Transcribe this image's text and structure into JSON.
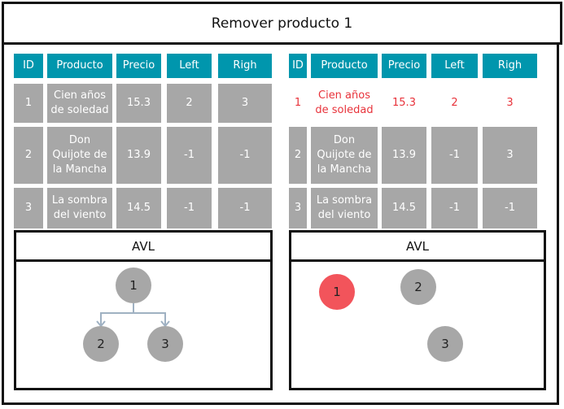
{
  "title": "Remover producto 1",
  "headers": [
    "ID",
    "Producto",
    "Precio",
    "Left",
    "Righ"
  ],
  "left_table": {
    "rows": [
      {
        "id": "1",
        "producto": "Cien años de soledad",
        "precio": "15.3",
        "left": "2",
        "right": "3"
      },
      {
        "id": "2",
        "producto": "Don Quijote de la Mancha",
        "precio": "13.9",
        "left": "-1",
        "right": "-1"
      },
      {
        "id": "3",
        "producto": "La sombra del viento",
        "precio": "14.5",
        "left": "-1",
        "right": "-1"
      }
    ]
  },
  "right_table": {
    "rows": [
      {
        "id": "1",
        "producto": "Cien años de soledad",
        "precio": "15.3",
        "left": "2",
        "right": "3",
        "removed": true
      },
      {
        "id": "2",
        "producto": "Don Quijote de la Mancha",
        "precio": "13.9",
        "left": "-1",
        "right": "3"
      },
      {
        "id": "3",
        "producto": "La sombra del viento",
        "precio": "14.5",
        "left": "-1",
        "right": "-1"
      }
    ]
  },
  "avl_left": {
    "label": "AVL",
    "nodes": [
      "1",
      "2",
      "3"
    ]
  },
  "avl_right": {
    "label": "AVL",
    "nodes": [
      "1",
      "2",
      "3"
    ]
  },
  "colors": {
    "header": "#0096ad",
    "cell": "#a7a7a7",
    "removed_text": "#e8333b",
    "removed_node": "#f2545b",
    "edge": "#9fb1c2"
  }
}
